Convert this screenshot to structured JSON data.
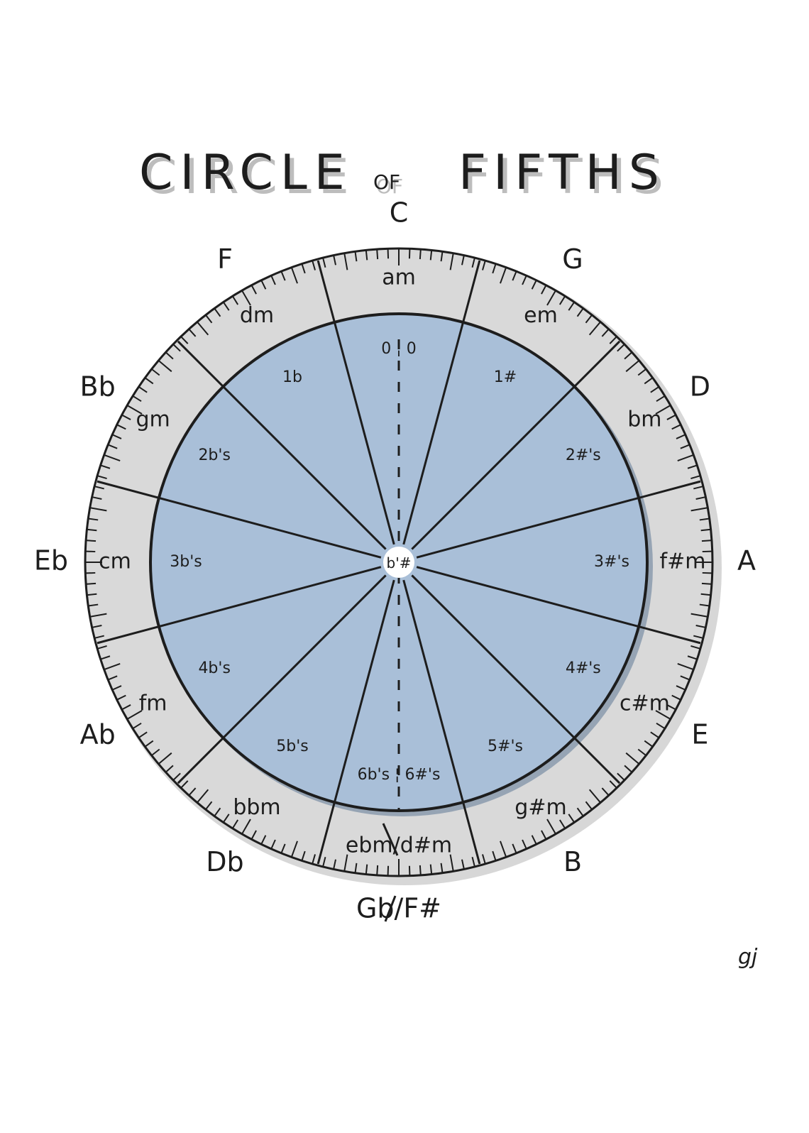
{
  "title": {
    "words": [
      "CIRCLE",
      "OF",
      "FIFTHS"
    ]
  },
  "colors": {
    "outer_ring": "#d9d9d9",
    "inner_fill": "#a9bfd8",
    "ink": "#1d1d1d",
    "shadow": "#bdbdbd"
  },
  "center_label": "b'#",
  "signature": "gj",
  "keys": [
    {
      "major": "C",
      "minor": "am",
      "signature": "0 ¦ 0"
    },
    {
      "major": "G",
      "minor": "em",
      "signature": "1#"
    },
    {
      "major": "D",
      "minor": "bm",
      "signature": "2#'s"
    },
    {
      "major": "A",
      "minor": "f#m",
      "signature": "3#'s"
    },
    {
      "major": "E",
      "minor": "c#m",
      "signature": "4#'s"
    },
    {
      "major": "B",
      "minor": "g#m",
      "signature": "5#'s"
    },
    {
      "major": "Gb/F#",
      "minor": "ebm/d#m",
      "signature": "6b's ¦ 6#'s"
    },
    {
      "major": "Db",
      "minor": "bbm",
      "signature": "5b's"
    },
    {
      "major": "Ab",
      "minor": "fm",
      "signature": "4b's"
    },
    {
      "major": "Eb",
      "minor": "cm",
      "signature": "3b's"
    },
    {
      "major": "Bb",
      "minor": "gm",
      "signature": "2b's"
    },
    {
      "major": "F",
      "minor": "dm",
      "signature": "1b"
    }
  ]
}
